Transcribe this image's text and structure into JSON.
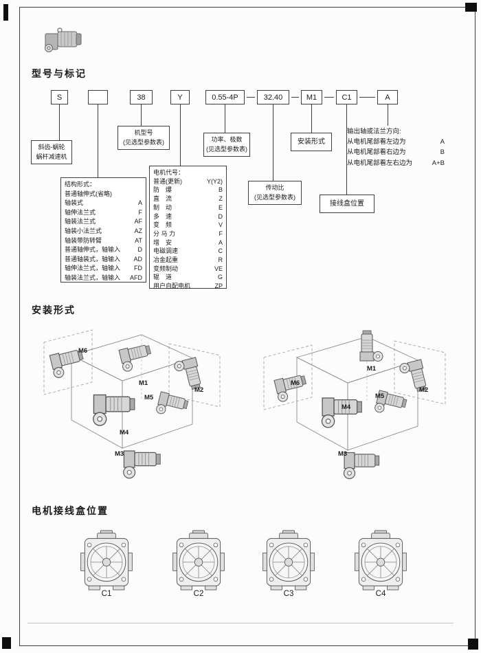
{
  "sections": {
    "model_marking_title": "型号与标记",
    "mounting_title": "安装形式",
    "terminal_title": "电机接线盒位置"
  },
  "model_code": {
    "boxes": [
      "S",
      "",
      "38",
      "Y",
      "0.55-4P",
      "32.40",
      "M1",
      "C1",
      "A"
    ]
  },
  "callouts": {
    "reducer_type_line1": "斜齿-蜗轮",
    "reducer_type_line2": "蜗杆减速机",
    "model_line1": "机型号",
    "model_line2": "(见选型参数表)",
    "power_line1": "功率、极数",
    "power_line2": "(见选型参数表)",
    "mounting_label": "安装形式",
    "ratio_line1": "传动比",
    "ratio_line2": "(见选型参数表)",
    "terminal_label": "接线盒位置",
    "direction": {
      "title": "输出轴或法兰方向:",
      "rows": [
        {
          "text": "从电机尾部看左边为",
          "code": "A"
        },
        {
          "text": "从电机尾部看右边为",
          "code": "B"
        },
        {
          "text": "从电机尾部看左右边为",
          "code": "A+B"
        }
      ]
    },
    "structure": {
      "title": "结构形式：",
      "items": [
        {
          "name": "普通轴伸式(省略)",
          "code": ""
        },
        {
          "name": "轴装式",
          "code": "A"
        },
        {
          "name": "轴伸法兰式",
          "code": "F"
        },
        {
          "name": "轴装法兰式",
          "code": "AF"
        },
        {
          "name": "轴装小法兰式",
          "code": "AZ"
        },
        {
          "name": "轴装带防转臂",
          "code": "AT"
        },
        {
          "name": "普通轴伸式，轴输入",
          "code": "D"
        },
        {
          "name": "普通轴装式，轴输入",
          "code": "AD"
        },
        {
          "name": "轴伸法兰式，轴输入",
          "code": "FD"
        },
        {
          "name": "轴装法兰式，轴输入",
          "code": "AFD"
        }
      ]
    },
    "motor": {
      "title": "电机代号：",
      "items": [
        {
          "name": "普通(更新)",
          "code": "Y(Y2)"
        },
        {
          "name": "防　爆",
          "code": "B"
        },
        {
          "name": "直　流",
          "code": "Z"
        },
        {
          "name": "制　动",
          "code": "E"
        },
        {
          "name": "多　速",
          "code": "D"
        },
        {
          "name": "变　频",
          "code": "V"
        },
        {
          "name": "分 马 力",
          "code": "F"
        },
        {
          "name": "增　安",
          "code": "A"
        },
        {
          "name": "电磁调速",
          "code": "C"
        },
        {
          "name": "冶金起重",
          "code": "R"
        },
        {
          "name": "变频制动",
          "code": "VE"
        },
        {
          "name": "辊　道",
          "code": "G"
        },
        {
          "name": "用户自配电机",
          "code": "ZP"
        }
      ]
    }
  },
  "mounting": {
    "left_labels": [
      "M6",
      "M1",
      "M2",
      "M5",
      "M4",
      "M3"
    ],
    "right_labels": [
      "M6",
      "M1",
      "M5",
      "M4",
      "M2",
      "M3"
    ]
  },
  "terminal": {
    "positions": [
      "C1",
      "C2",
      "C3",
      "C4"
    ]
  }
}
